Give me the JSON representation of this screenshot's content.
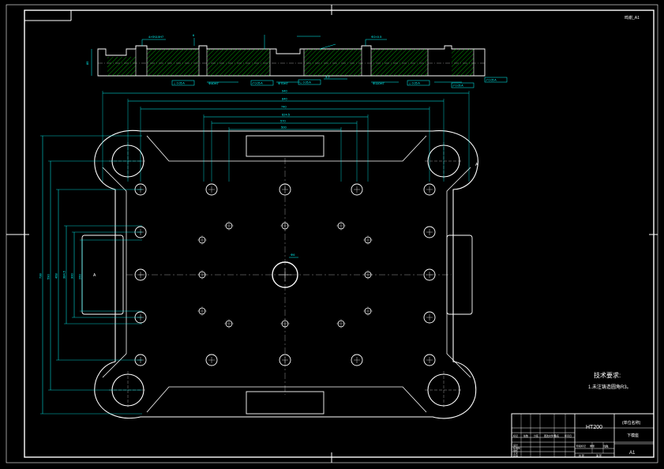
{
  "drawing": {
    "corner_code": "鸣谢_A1",
    "material": "HT200",
    "company": "(单位名称)",
    "part_name": "下模座",
    "sheet_size": "A1",
    "scale": "1:1",
    "tech_requirements_title": "技术要求:",
    "tech_requirements_items": [
      "1.未注铸造圆角R3。"
    ],
    "center_hole_dim": "Φ6",
    "left_mark": "A",
    "right_mark": "A",
    "colors": {
      "background": "#000000",
      "outline": "#ffffff",
      "dimension": "#00ffff",
      "section_hatch": "#00ff00",
      "note": "#ffff00"
    }
  },
  "top_view_dims": {
    "horizontal": [
      "940",
      "840",
      "740",
      "624.5",
      "570",
      "500"
    ],
    "vertical": [
      "738",
      "590",
      "468",
      "384.5",
      "300",
      "260"
    ]
  },
  "section_view": {
    "tolerance_frames": [
      "⊥ 0.05 A",
      "// 0.05 A",
      "⊥ 0.05 A",
      "// 0.05 A",
      "⊥ 0.05 A",
      "// 0.05 A"
    ],
    "labels": [
      "4×Φ110H7",
      "Φ40H7",
      "Φ70H7",
      "Φ110H7",
      "Φ2×0.5",
      "3.2",
      "85",
      "6"
    ]
  },
  "title_block": {
    "row_labels": [
      "标记",
      "处数",
      "分区",
      "更改文件号",
      "签名",
      "年月日"
    ],
    "bottom_labels": [
      "设计",
      "标准化",
      "审核",
      "工艺",
      "批准"
    ],
    "stage_labels": [
      "阶段标记",
      "重量",
      "比例"
    ],
    "sheet_labels": [
      "共 张",
      "第 张"
    ]
  }
}
